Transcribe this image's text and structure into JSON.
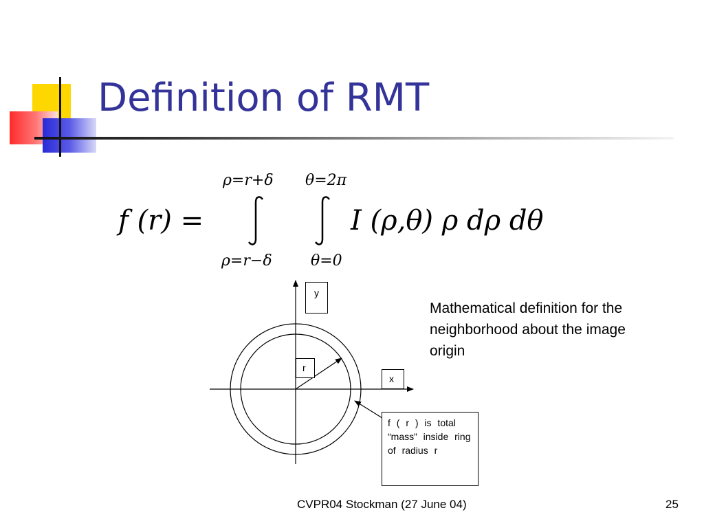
{
  "slide": {
    "title": "Definition of RMT",
    "footer": "CVPR04 Stockman (27 June 04)",
    "page_number": "25"
  },
  "formula": {
    "upper_limit_rho": "ρ=r+δ",
    "upper_limit_theta": "θ=2π",
    "lower_limit_rho": "ρ=r−δ",
    "lower_limit_theta": "θ=0",
    "lhs": "f (r) =",
    "integrand": "I (ρ,θ) ρ dρ dθ"
  },
  "diagram": {
    "y_label": "y",
    "x_label": "x",
    "r_label": "r",
    "annotation": "f ( r ) is total “mass” inside ring of radius r"
  },
  "side_text": "Mathematical definition for the neighborhood about the image origin"
}
